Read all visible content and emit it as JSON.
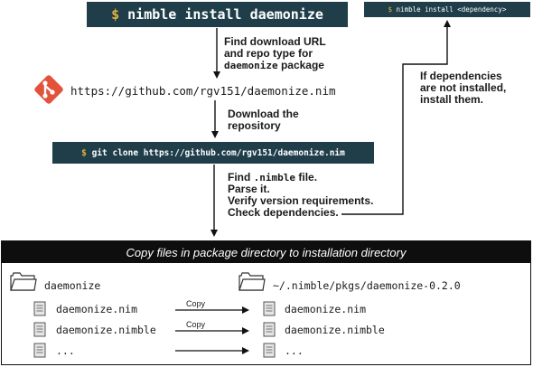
{
  "commands": {
    "install_prompt": "$",
    "install_text": "nimble install daemonize",
    "clone_prompt": "$",
    "clone_text": "git clone https://github.com/rgv151/daemonize.nim",
    "dep_prompt": "$",
    "dep_text": "nimble install <dependency>"
  },
  "steps": {
    "find_line1": "Find download URL",
    "find_line2": "and repo type for",
    "find_pkg": "daemonize",
    "find_suffix": " package",
    "url": "https://github.com/rgv151/daemonize.nim",
    "download_line1": "Download the",
    "download_line2": "repository",
    "parse_prefix": "Find ",
    "parse_file": ".nimble",
    "parse_suffix": " file.",
    "parse_line2": "Parse it.",
    "parse_line3": "Verify version requirements.",
    "parse_line4": "Check dependencies."
  },
  "dependencies_note": {
    "line1": "If dependencies",
    "line2": "are not installed,",
    "line3": "install them."
  },
  "copy_section": {
    "title": "Copy files in package directory to installation directory",
    "source_folder": "daemonize",
    "dest_folder": "~/.nimble/pkgs/daemonize-0.2.0",
    "copy_label": "Copy",
    "source_files": [
      "daemonize.nim",
      "daemonize.nimble",
      "..."
    ],
    "dest_files": [
      "daemonize.nim",
      "daemonize.nimble",
      "..."
    ]
  },
  "colors": {
    "command_bg": "#1f3e4a",
    "prompt_color": "#e2b13c",
    "git_logo": "#e2533a",
    "title_bar": "#0e0e0e"
  },
  "icons": [
    "git-logo-icon",
    "folder-icon",
    "file-icon",
    "arrow-icon"
  ]
}
